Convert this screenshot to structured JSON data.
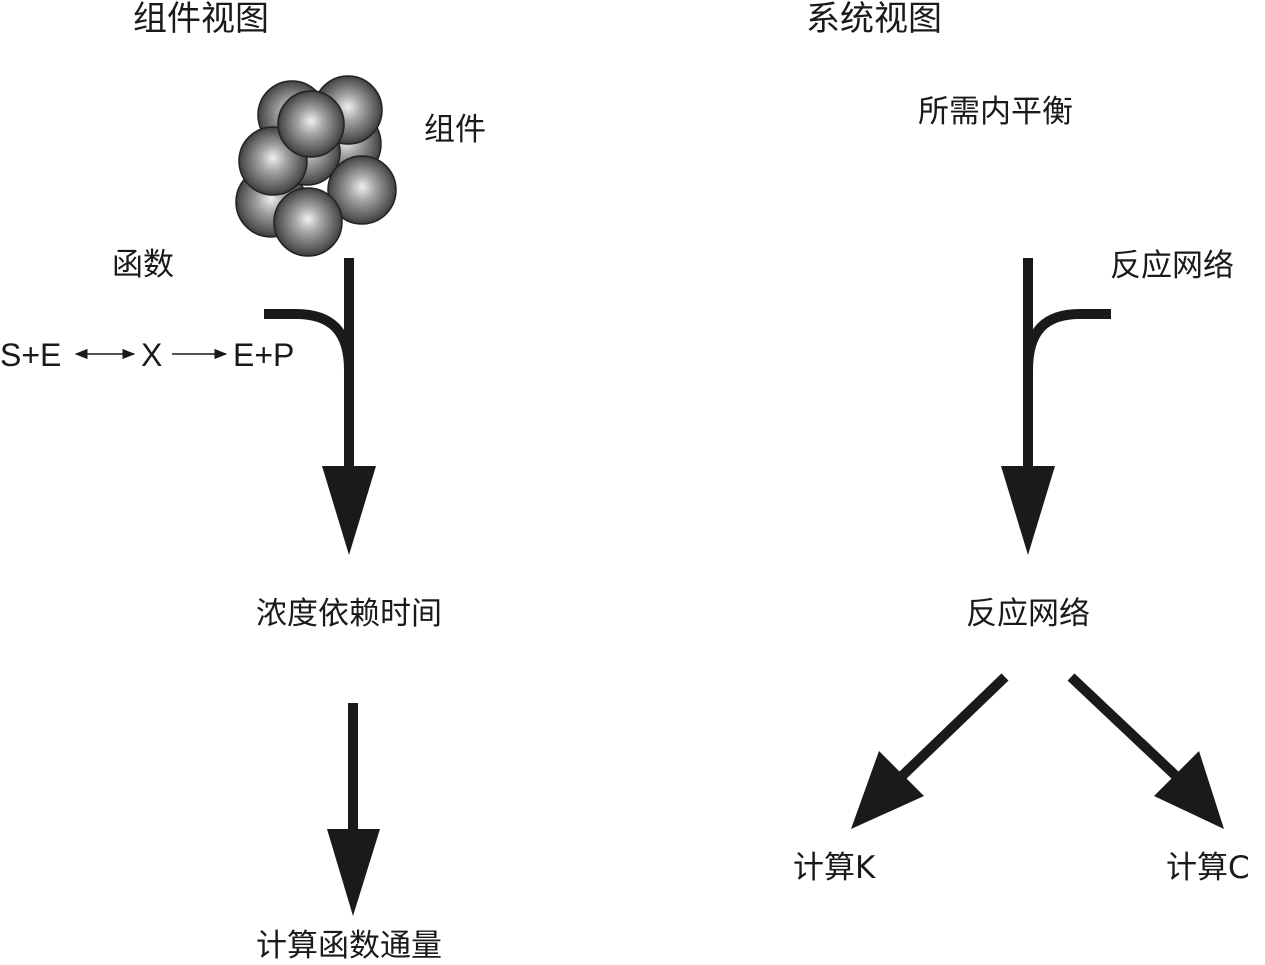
{
  "left_panel": {
    "title": "组件视图",
    "component_label": "组件",
    "function_label": "函数",
    "reaction": {
      "substrate": "S+E",
      "intermediate": "X",
      "product": "E+P"
    },
    "concentration_label": "浓度依赖时间",
    "flux_label": "计算函数通量"
  },
  "right_panel": {
    "title": "系统视图",
    "homeostasis_label": "所需内平衡",
    "network_label_top": "反应网络",
    "network_label_mid": "反应网络",
    "calc_k_label": "计算K",
    "calc_c_label": "计算C"
  },
  "colors": {
    "arrow": "#1a1a1a",
    "sphere_light": "#e9e9e9",
    "sphere_mid": "#8a8a8a",
    "sphere_dark": "#2a2a2a"
  },
  "icons": {
    "component_cluster": "sphere-cluster-icon"
  }
}
